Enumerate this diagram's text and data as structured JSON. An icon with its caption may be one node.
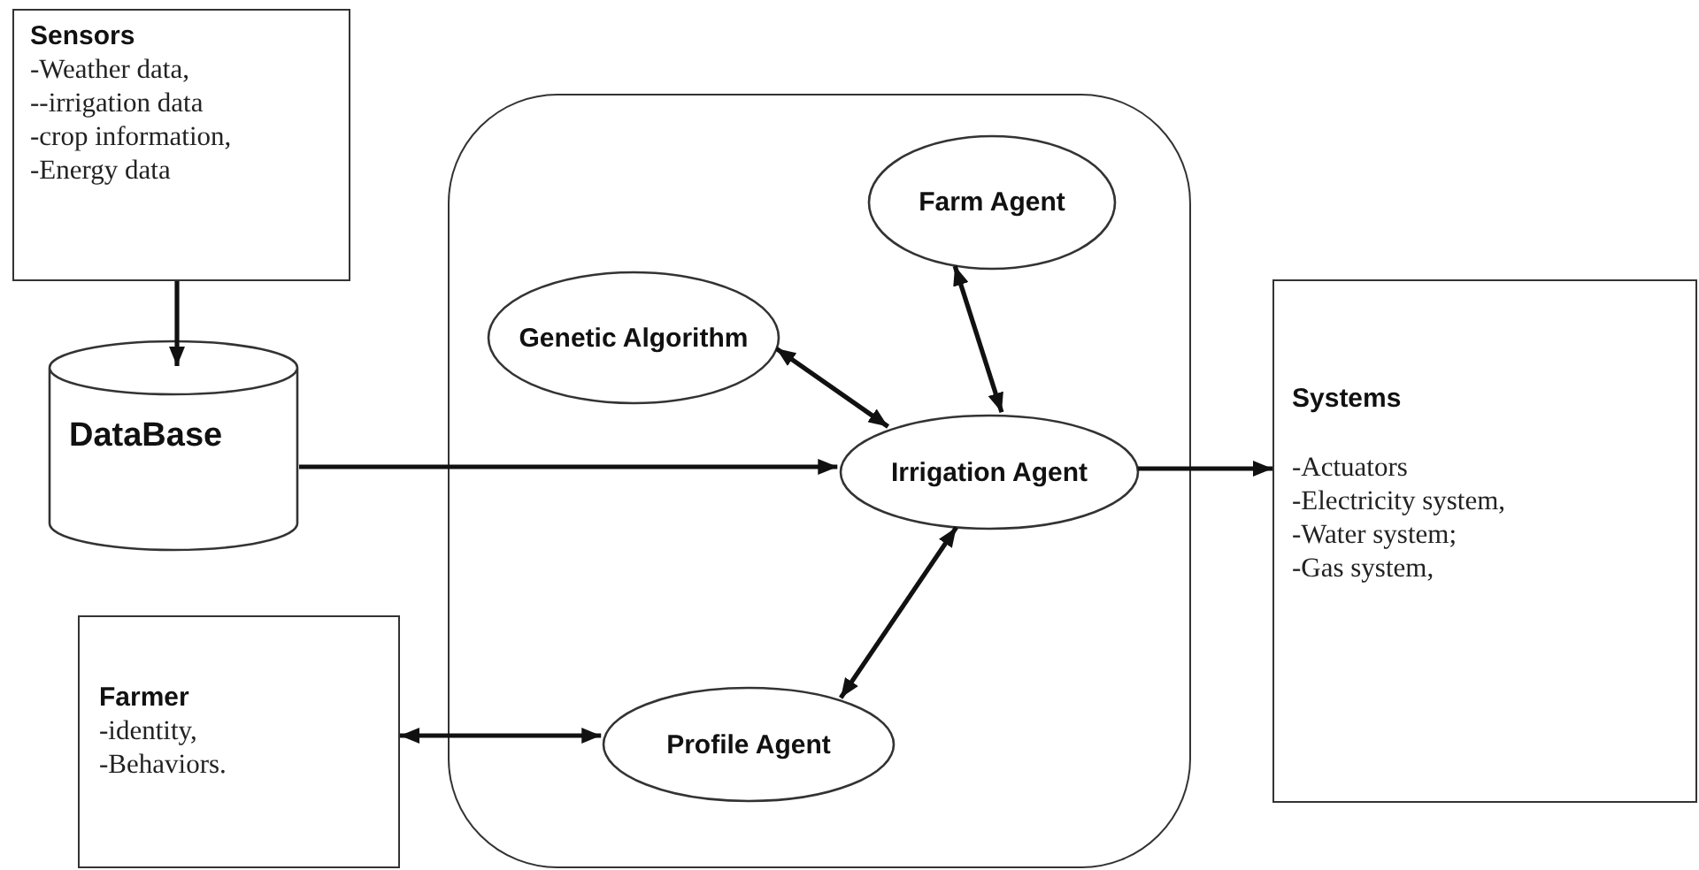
{
  "diagram": {
    "nodes": [
      {
        "text": [
          "Sensors",
          "-Weather data,",
          "--irrigation data",
          "-crop information,",
          "-Energy data"
        ]
      },
      {
        "text": [
          "DataBase"
        ]
      },
      {
        "text": [],
        "shape": "box"
      },
      {
        "text": [
          "Farm Agent"
        ],
        "in": 2
      },
      {
        "text": [
          "Genetic Algorithm"
        ],
        "in": 2
      },
      {
        "text": [
          "Irrigation Agent"
        ],
        "in": 2
      },
      {
        "text": [
          "Profile Agent"
        ],
        "in": 2
      },
      {
        "text": [
          "Systems",
          "-Actuators",
          "-Electricity system,",
          "-Water system;",
          "-Gas system,"
        ]
      },
      {
        "text": [
          "Farmer",
          "-identity,",
          "-Behaviors."
        ]
      }
    ],
    "edges": [
      {
        "from": 0,
        "to": 1,
        "arrow": "to"
      },
      {
        "from": 1,
        "to": 5,
        "arrow": "to"
      },
      {
        "from": 4,
        "to": 5,
        "arrow": "both"
      },
      {
        "from": 3,
        "to": 5,
        "arrow": "both"
      },
      {
        "from": 5,
        "to": 7,
        "arrow": "to"
      },
      {
        "from": 6,
        "to": 5,
        "arrow": "both"
      },
      {
        "from": 8,
        "to": 6,
        "arrow": "both"
      }
    ]
  }
}
